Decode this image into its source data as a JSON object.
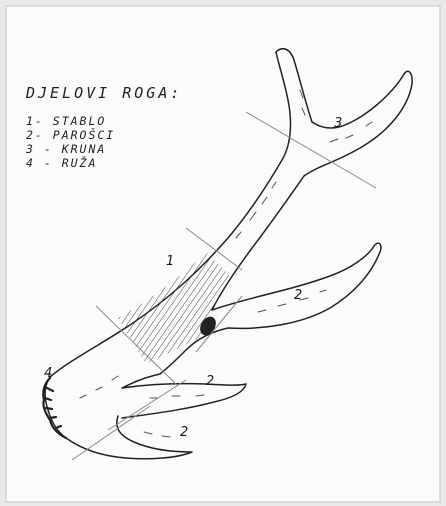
{
  "legend": {
    "title": "DJELOVI ROGA:",
    "items": [
      "1- STABLO",
      "2- PAROŠCI",
      "3 - KRUNA",
      "4 - RUŽA"
    ]
  },
  "labels": {
    "crown": "3",
    "stem": "1",
    "tine_upper": "2",
    "tine_middle": "2",
    "tine_lower": "2",
    "burr": "4"
  }
}
